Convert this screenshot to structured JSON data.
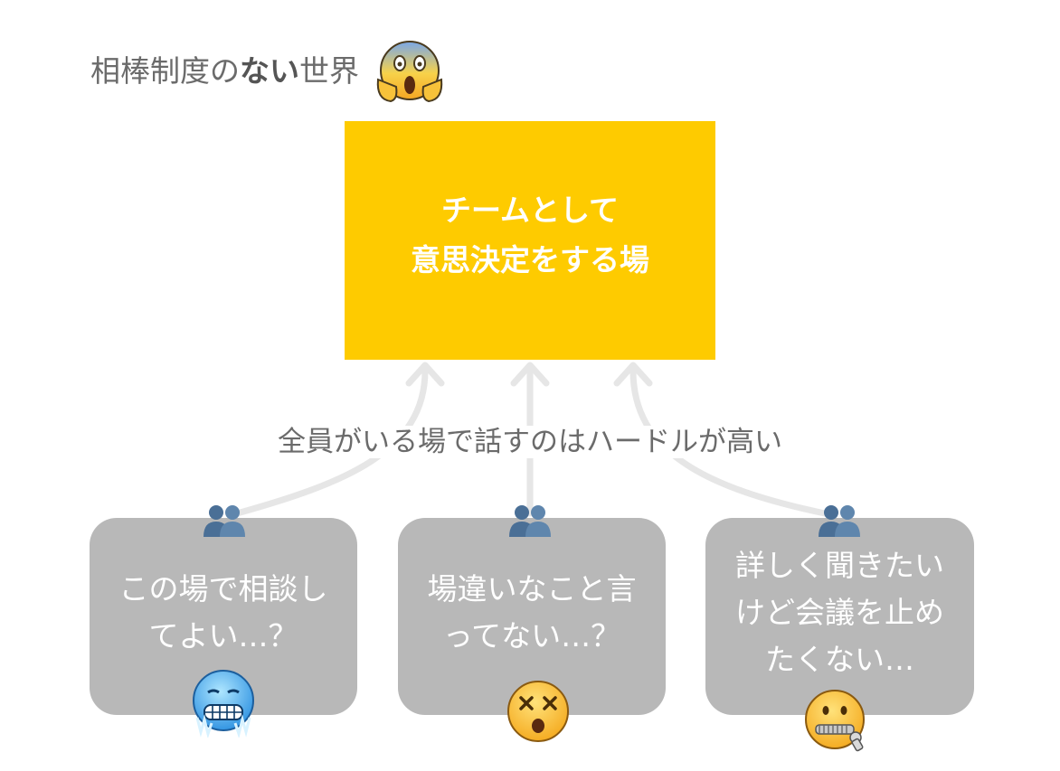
{
  "title": {
    "prefix": "相棒制度の",
    "emphasis": "ない",
    "suffix": "世界"
  },
  "main_box": {
    "line1": "チームとして",
    "line2": "意思決定をする場"
  },
  "caption": "全員がいる場で話すのはハードルが高い",
  "cards": [
    {
      "text": "この場で相談し\nてよい…？",
      "emoji": "cold-face"
    },
    {
      "text": "場違いなこと言\nってない…？",
      "emoji": "dizzy-face"
    },
    {
      "text": "詳しく聞きたい\nけど会議を止め\nたくない…",
      "emoji": "zipper-mouth-face"
    }
  ],
  "icons": {
    "title_emoji": "face-screaming-in-fear",
    "card_top": "busts-in-silhouette"
  },
  "colors": {
    "main_box": "#fecb00",
    "card": "#b8b8b8",
    "arrow": "#e6e6e6",
    "text": "#6b6b6b"
  }
}
